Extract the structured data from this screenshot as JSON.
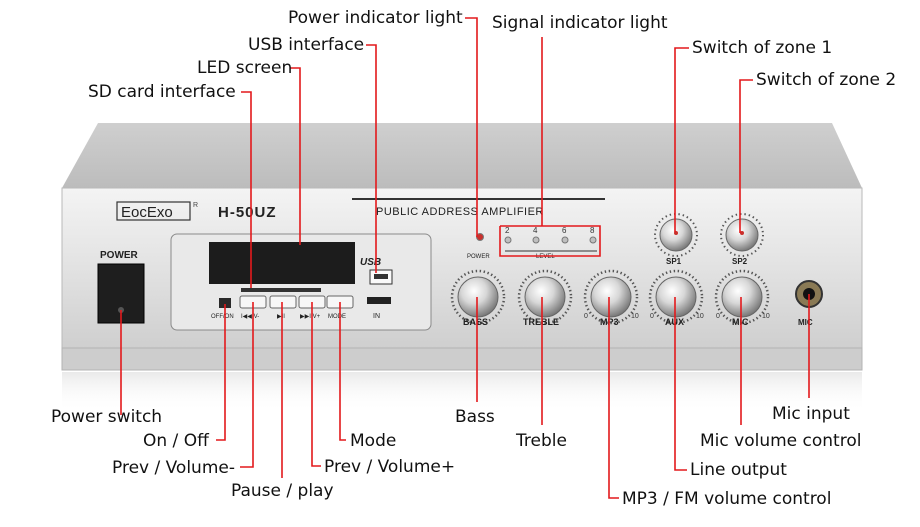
{
  "device": {
    "brand": "EocExo",
    "brand_mark": "R",
    "model": "H-50UZ",
    "subtitle": "PUBLIC ADDRESS AMPLIFIER",
    "power_label": "POWER",
    "power_led_label": "POWER",
    "level_label": "LEVEL",
    "level_marks": [
      "2",
      "4",
      "6",
      "8"
    ],
    "usb_logo": "USB",
    "in_label": "IN",
    "buttons": [
      "OFF/ON",
      "I◀◀ V-",
      "▶II",
      "▶▶I V+",
      "MODE"
    ],
    "knobs": [
      "BASS",
      "TREBLE",
      "MP3",
      "AUX",
      "MIC"
    ],
    "scale_min": "0",
    "scale_max": "10",
    "zone_switches": [
      "SP1",
      "SP2"
    ],
    "mic_jack_label": "MIC"
  },
  "annotations": {
    "power_indicator": "Power indicator light",
    "signal_indicator": "Signal indicator light",
    "usb_interface": "USB interface",
    "led_screen": "LED screen",
    "sd_card": "SD card interface",
    "zone1": "Switch of zone 1",
    "zone2": "Switch of zone 2",
    "power_switch": "Power switch",
    "on_off": "On / Off",
    "prev_volume_minus": "Prev / Volume-",
    "pause_play": "Pause / play",
    "mode": "Mode",
    "prev_volume_plus": "Prev / Volume+",
    "bass": "Bass",
    "treble": "Treble",
    "mic_input": "Mic input",
    "mic_volume": "Mic volume control",
    "line_output": "Line output",
    "mp3_fm_volume": "MP3 / FM volume control"
  },
  "colors": {
    "callout_line": "#e3191c",
    "chassis": "#d6d6d6",
    "panel": "#e8e8e8",
    "display": "#1c1c1c"
  }
}
